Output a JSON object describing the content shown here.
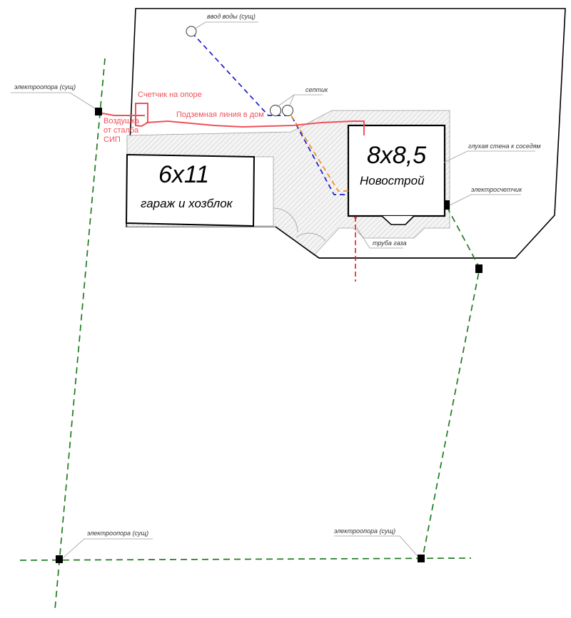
{
  "buildings": {
    "garage": {
      "size": "6x11",
      "name": "гараж и хозблок"
    },
    "house": {
      "size": "8x8,5",
      "name": "Новострой"
    }
  },
  "callouts": {
    "water_inlet": "ввод воды (сущ)",
    "septic": "септик",
    "blind_wall": "глухая стена к соседям",
    "electric_meter": "электросчетчик",
    "gas_pipe": "труба газа",
    "pole_top_left": "электроопора (сущ)",
    "pole_bottom_left": "электроопора (сущ)",
    "pole_bottom_right": "электроопора (сущ)"
  },
  "annotations": {
    "meter_on_pole": "Счетчик на опоре",
    "underground_line": "Подземная линия в дом",
    "overhead_line": [
      "Воздушка",
      "от сталба",
      "СИП"
    ]
  },
  "colors": {
    "power_line": "#1f7a1f",
    "water_line": "#1a1acc",
    "sewer_line": "#f0901e",
    "cable_line": "#f0505a",
    "gas_line": "#e8191e",
    "boundary": "#000000",
    "hatch": "#c8c8c8"
  }
}
